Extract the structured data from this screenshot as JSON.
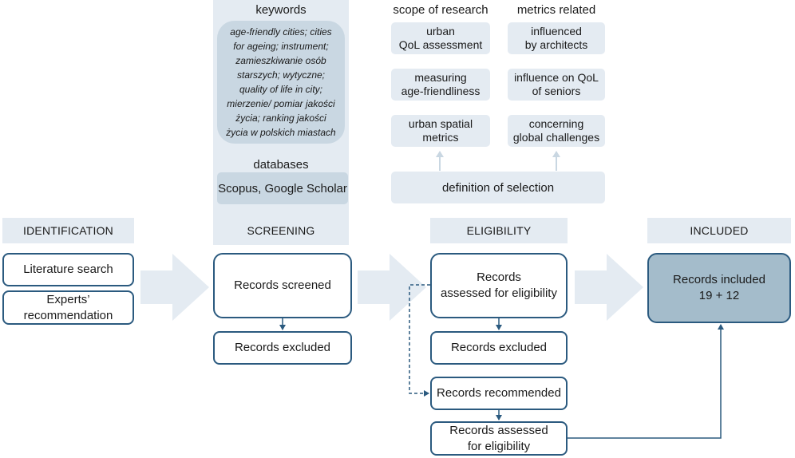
{
  "screening_panel": {
    "keywords_heading": "keywords",
    "keywords_text": "age-friendly cities; cities for ageing; instrument; zamieszkiwanie osób starszych; wytyczne; quality of life in city; mierzenie/ pomiar jakości życia; ranking jakości życia w polskich miastach",
    "databases_heading": "databases",
    "databases_text": "Scopus, Google Scholar"
  },
  "selection": {
    "scope_heading": "scope of research",
    "metrics_heading": "metrics related",
    "scope_items": [
      {
        "line1": "urban",
        "line2": "QoL assessment"
      },
      {
        "line1": "measuring",
        "line2": "age-friendliness"
      },
      {
        "line1": "urban spatial",
        "line2": "metrics"
      }
    ],
    "metrics_items": [
      {
        "line1": "influenced",
        "line2": "by architects"
      },
      {
        "line1": "influence on QoL",
        "line2": "of seniors"
      },
      {
        "line1": "concerning",
        "line2": "global challenges"
      }
    ],
    "definition": "definition of selection"
  },
  "stages": {
    "identification": "IDENTIFICATION",
    "screening": "SCREENING",
    "eligibility": "ELIGIBILITY",
    "included": "INCLUDED"
  },
  "identification": {
    "literature_search": "Literature search",
    "experts_line1": "Experts’",
    "experts_line2": "recommendation"
  },
  "screening": {
    "records_screened": "Records screened",
    "records_excluded": "Records excluded"
  },
  "eligibility": {
    "assessed_line1": "Records",
    "assessed_line2": "assessed for eligibility",
    "records_excluded": "Records excluded",
    "records_recommended": "Records recommended",
    "assessed2_line1": "Records assessed",
    "assessed2_line2": "for eligibility"
  },
  "included": {
    "line1": "Records included",
    "line2": "19 + 12"
  },
  "colors": {
    "border": "#2b5a7f",
    "light_fill": "#e4ebf2",
    "mid_fill": "#c9d7e2",
    "included_fill": "#a4bccb",
    "big_arrow": "#e4ebf2"
  }
}
